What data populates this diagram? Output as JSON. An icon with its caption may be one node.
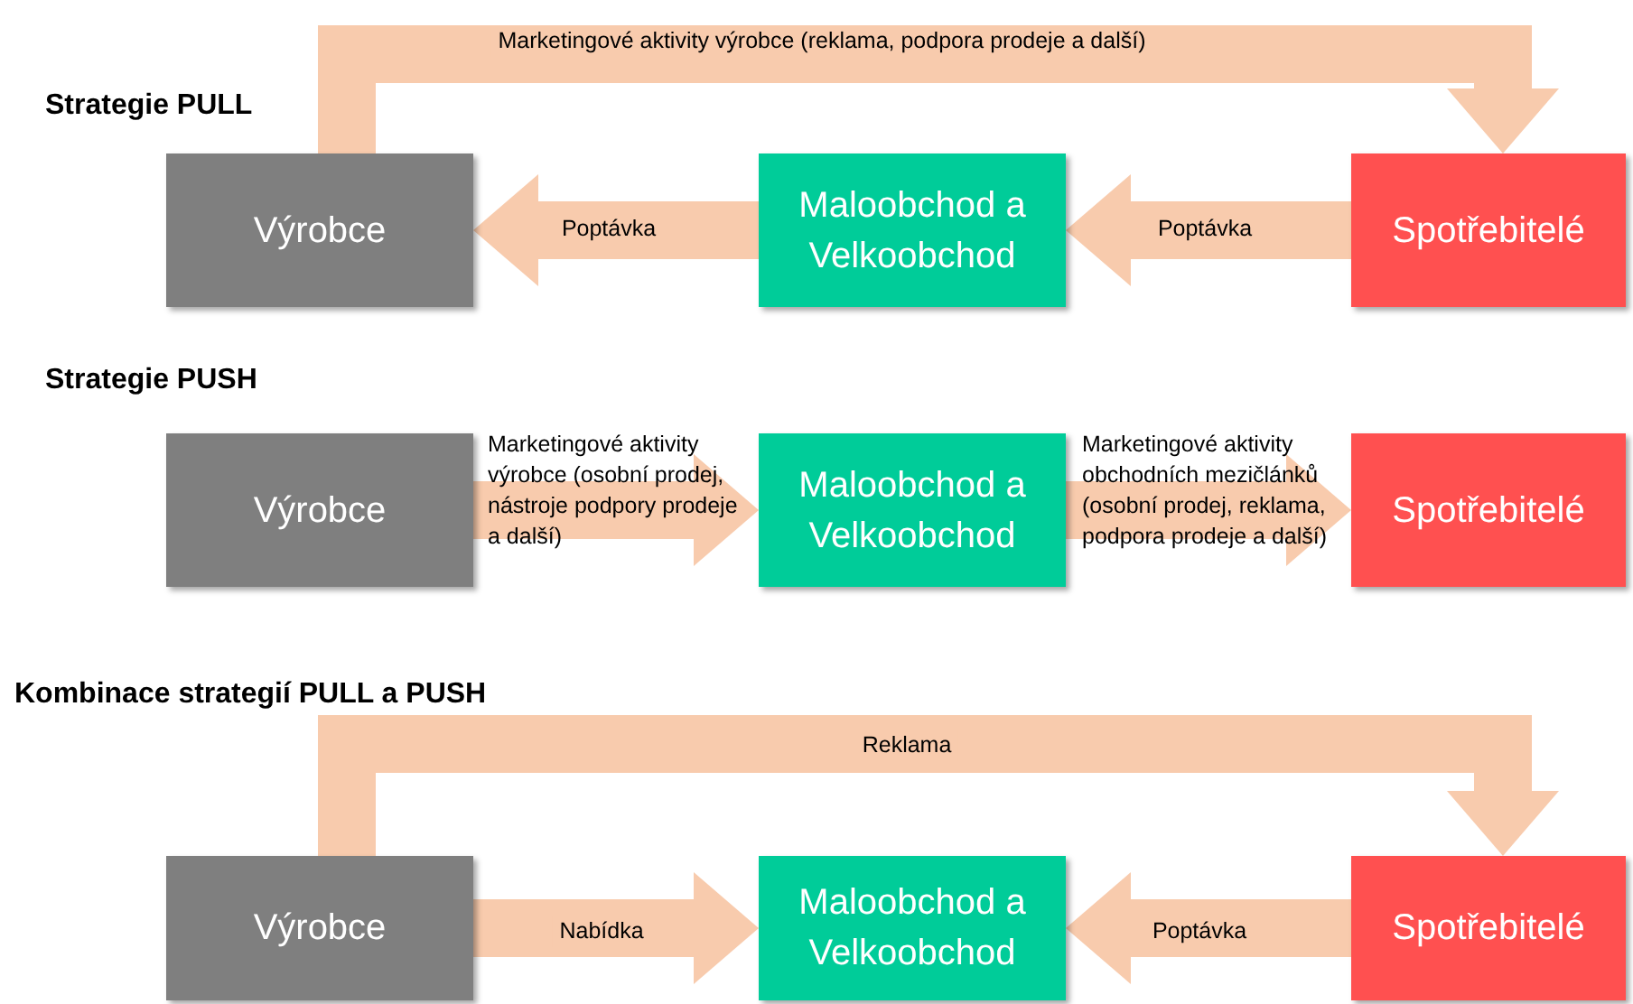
{
  "diagram": {
    "nodes": [
      {
        "text": [
          "Výrobce"
        ]
      },
      {
        "text": [
          "Maloobchod a Velkoobchod"
        ]
      },
      {
        "text": [
          "Spotřebitelé"
        ]
      },
      {
        "text": [
          "Výrobce"
        ]
      },
      {
        "text": [
          "Maloobchod a Velkoobchod"
        ]
      },
      {
        "text": [
          "Spotřebitelé"
        ]
      },
      {
        "text": [
          "Výrobce"
        ]
      },
      {
        "text": [
          "Maloobchod a Velkoobchod"
        ]
      },
      {
        "text": [
          "Spotřebitelé"
        ]
      }
    ],
    "edges": [
      {
        "from": 1,
        "to": 0,
        "arrow": "to",
        "label": "Poptávka"
      },
      {
        "from": 2,
        "to": 1,
        "arrow": "to",
        "label": "Poptávka"
      },
      {
        "from": 0,
        "to": 2,
        "arrow": "to",
        "label": "Marketingové aktivity výrobce (reklama, podpora prodeje a další)"
      },
      {
        "from": 3,
        "to": 4,
        "arrow": "to",
        "label": "Marketingové aktivity výrobce (osobní prodej, nástroje podpory prodeje a další)"
      },
      {
        "from": 4,
        "to": 5,
        "arrow": "to",
        "label": "Marketingové aktivity obchodních mezičlánků (osobní prodej, reklama, podpora prodeje a další)"
      },
      {
        "from": 6,
        "to": 8,
        "arrow": "to",
        "label": "Reklama"
      },
      {
        "from": 6,
        "to": 7,
        "arrow": "to",
        "label": "Nabídka"
      },
      {
        "from": 8,
        "to": 7,
        "arrow": "to",
        "label": "Poptávka"
      }
    ],
    "labels": [
      "Strategie PULL",
      "Strategie PUSH",
      "Kombinace strategií PULL a PUSH"
    ]
  }
}
